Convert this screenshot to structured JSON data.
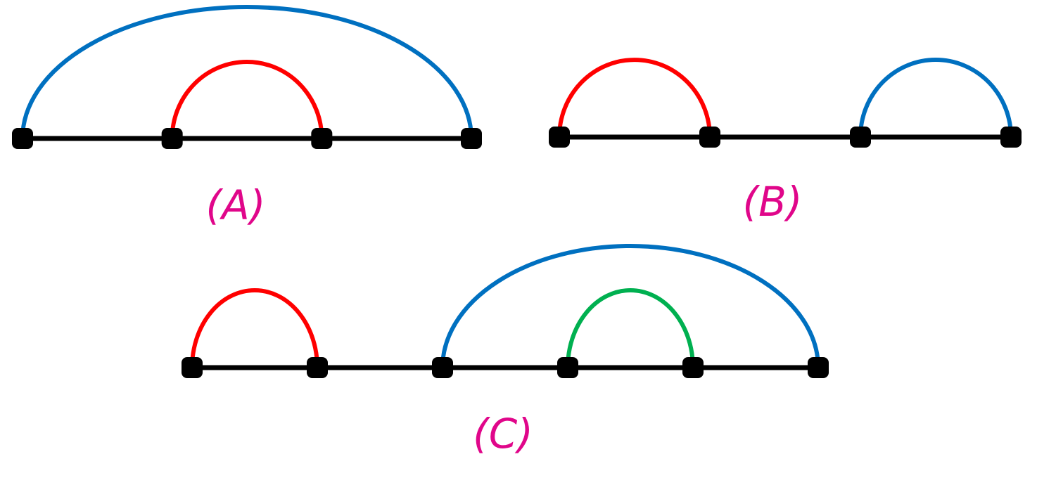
{
  "colors": {
    "blue": "#0070c0",
    "red": "#ff0000",
    "green": "#00b050",
    "line": "#000000",
    "label": "#e0068a"
  },
  "diagrams": [
    {
      "label": "(A)",
      "nodes": 4,
      "arcs": [
        {
          "from": 0,
          "to": 3,
          "color": "blue"
        },
        {
          "from": 1,
          "to": 2,
          "color": "red"
        }
      ]
    },
    {
      "label": "(B)",
      "nodes": 4,
      "arcs": [
        {
          "from": 0,
          "to": 1,
          "color": "red"
        },
        {
          "from": 2,
          "to": 3,
          "color": "blue"
        }
      ]
    },
    {
      "label": "(C)",
      "nodes": 6,
      "arcs": [
        {
          "from": 0,
          "to": 1,
          "color": "red"
        },
        {
          "from": 2,
          "to": 5,
          "color": "blue"
        },
        {
          "from": 3,
          "to": 4,
          "color": "green"
        }
      ]
    }
  ]
}
